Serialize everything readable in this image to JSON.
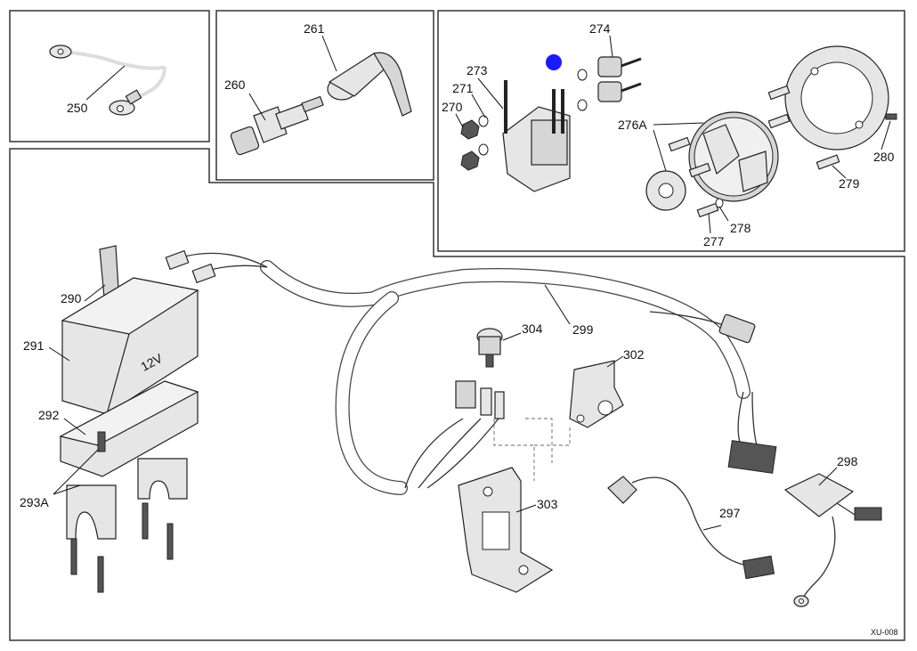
{
  "diagram": {
    "drawing_code": "XU-008",
    "marker_color": "#1a1aff",
    "callouts": {
      "c250": "250",
      "c260": "260",
      "c261": "261",
      "c270": "270",
      "c271": "271",
      "c273": "273",
      "c274": "274",
      "c276a": "276A",
      "c277": "277",
      "c278": "278",
      "c279": "279",
      "c280": "280",
      "c290": "290",
      "c291": "291",
      "c292": "292",
      "c293a": "293A",
      "c297": "297",
      "c298": "298",
      "c299": "299",
      "c302": "302",
      "c303": "303",
      "c304": "304"
    },
    "battery_marking": "12V"
  }
}
